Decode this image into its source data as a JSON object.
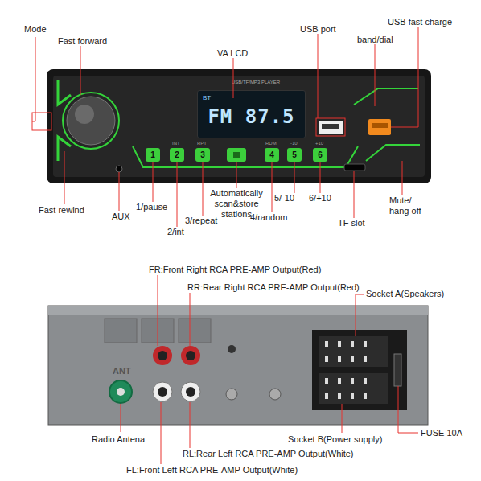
{
  "diagram": {
    "nodes": [
      {
        "text": [
          "USB/TF/MP3 PLAYER"
        ]
      },
      {
        "text": [
          "BT",
          "FM 87.5"
        ],
        "in": 0
      },
      {
        "text": [
          "1"
        ],
        "in": 0
      },
      {
        "text": [
          "2"
        ],
        "in": 0
      },
      {
        "text": [
          "3"
        ],
        "in": 0
      },
      {
        "text": [
          "4"
        ],
        "in": 0
      },
      {
        "text": [
          "5"
        ],
        "in": 0
      },
      {
        "text": [
          "6"
        ],
        "in": 0
      }
    ],
    "labels": [
      "Mode",
      "Fast forward",
      "VA LCD",
      "USB port",
      "band/dial",
      "USB fast charge",
      "Fast rewind",
      "AUX",
      "1/pause",
      "2/int",
      "3/repeat",
      "Automatically scan&store stations",
      "4/random",
      "5/-10",
      "6/+10",
      "TF slot",
      "Mute/ hang off",
      "INT",
      "RPT",
      "RDM",
      "-10",
      "+10",
      "FR:Front Right RCA PRE-AMP Output(Red)",
      "RR:Rear Right RCA PRE-AMP Output(Red)",
      "Socket A(Speakers)",
      "ANT",
      "Radio Antena",
      "Socket B(Power supply)",
      "FUSE 10A",
      "RL:Rear Left RCA PRE-AMP Output(White)",
      "FL:Front Left RCA PRE-AMP Output(White)"
    ]
  }
}
